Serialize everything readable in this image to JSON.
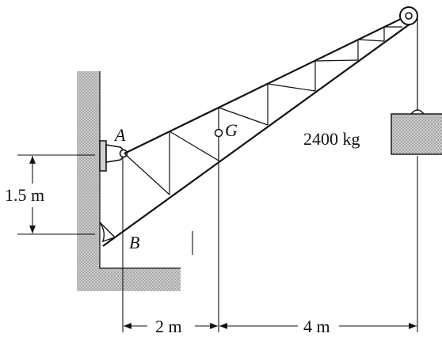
{
  "labels": {
    "pin_a": "A",
    "pin_b": "B",
    "center_g": "G",
    "mass": "2400 kg",
    "height_dim": "1.5 m",
    "dist_ag": "2 m",
    "dist_gload": "4 m"
  }
}
